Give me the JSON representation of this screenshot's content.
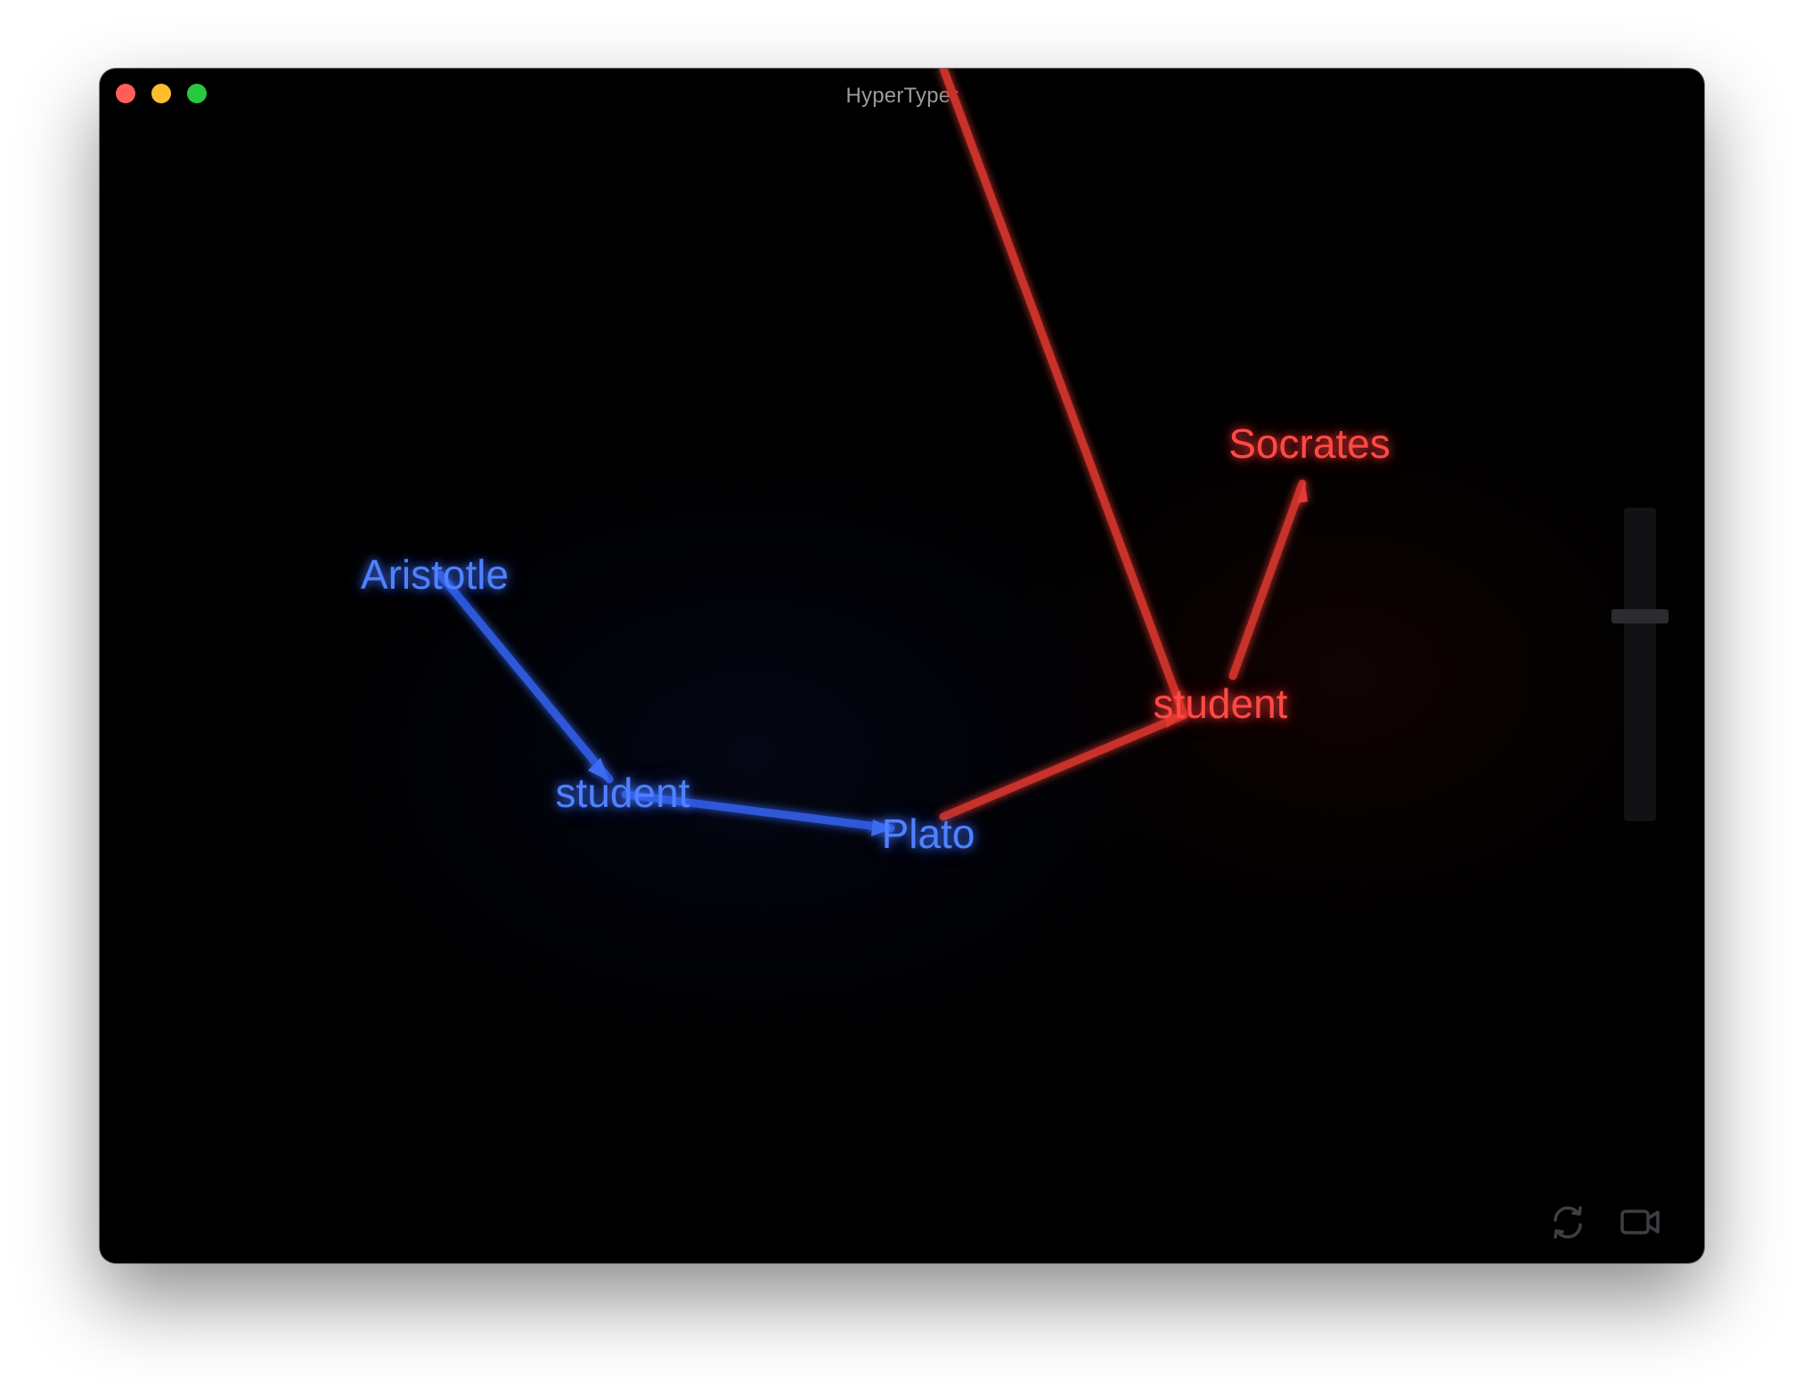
{
  "window": {
    "title": "HyperTyper"
  },
  "graph": {
    "nodes": {
      "aristotle": "Aristotle",
      "student_blue": "student",
      "plato": "Plato",
      "student_red": "student",
      "socrates": "Socrates"
    },
    "colors": {
      "blue": "#4f82ff",
      "red": "#ff4a44"
    }
  },
  "controls": {
    "zoom_slider_level": 0.34,
    "icons": [
      "refresh-icon",
      "video-camera-icon"
    ]
  }
}
